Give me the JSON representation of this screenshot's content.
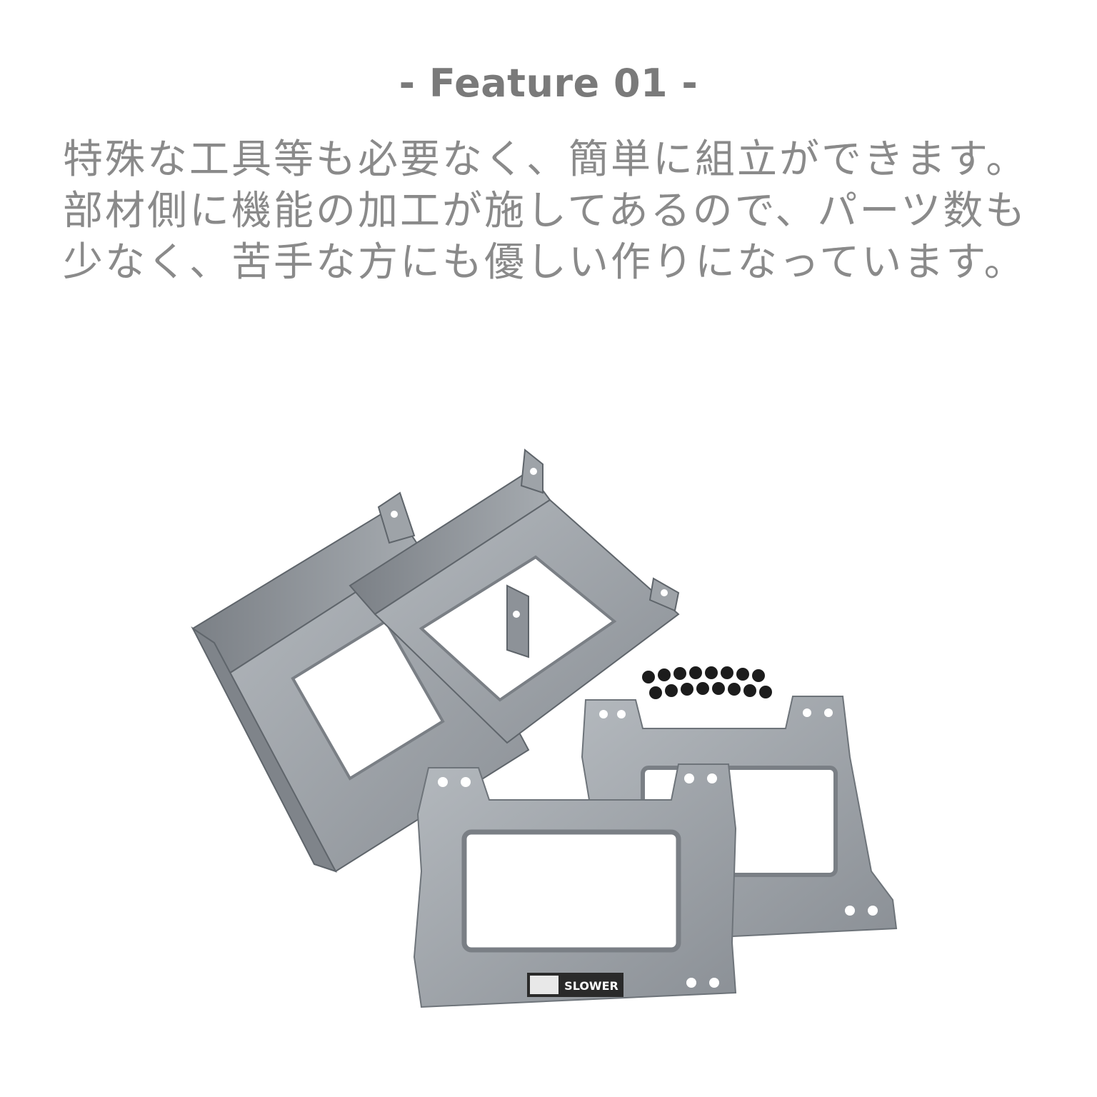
{
  "feature": {
    "heading": "- Feature 01 -",
    "lines": [
      "特殊な工具等も必要なく、簡単に組立ができます。",
      "部材側に機能の加工が施してあるので、パーツ数も",
      "少なく、苦手な方にも優しい作りになっています。"
    ]
  },
  "product": {
    "label_brand": "SLOWER",
    "colors": {
      "metal": "#9aa0a6",
      "metal_dark": "#6e747a",
      "screws": "#1c1c1c"
    }
  }
}
